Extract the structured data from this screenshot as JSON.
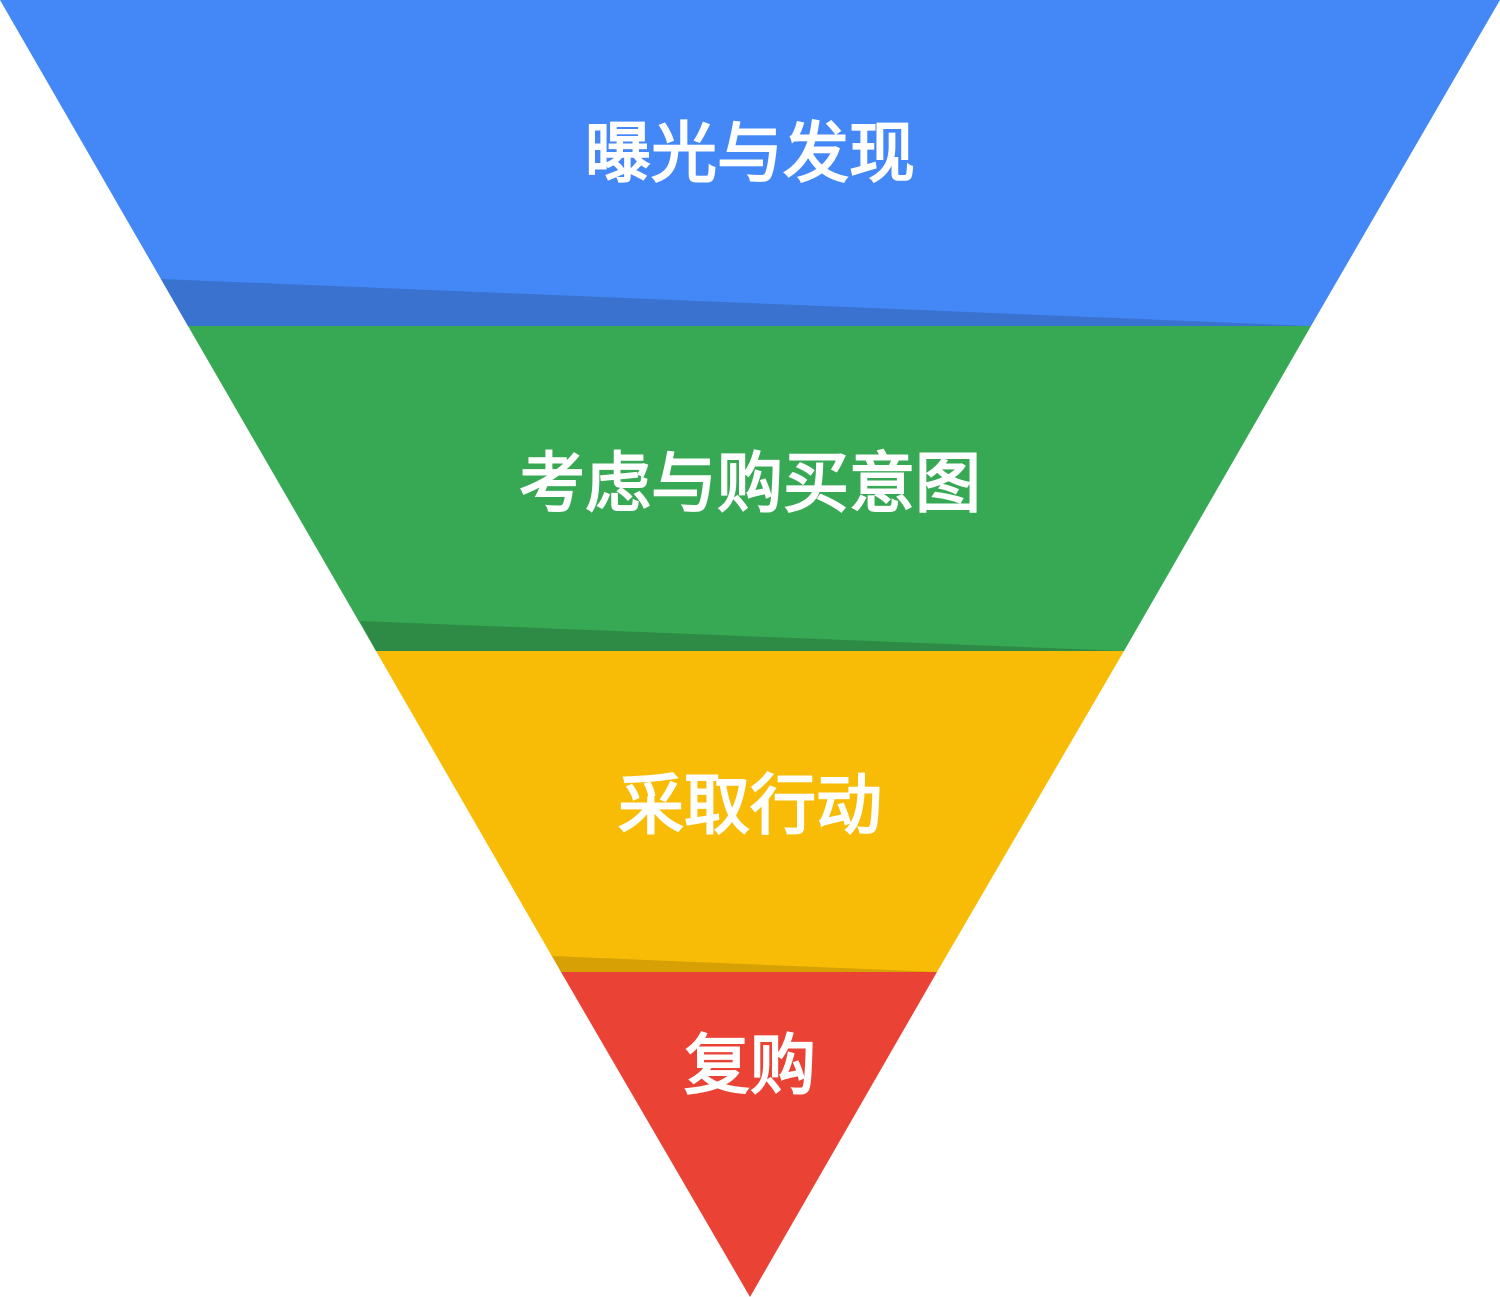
{
  "funnel": {
    "stages": [
      {
        "label": "曝光与发现",
        "color": "#4487F6",
        "shadow": "#3A72CF"
      },
      {
        "label": "考虑与购买意图",
        "color": "#37A853",
        "shadow": "#2D8B46"
      },
      {
        "label": "采取行动",
        "color": "#F9BC06",
        "shadow": "#D7A106"
      },
      {
        "label": "复购",
        "color": "#EA4335",
        "shadow": "#EA4335"
      }
    ]
  }
}
